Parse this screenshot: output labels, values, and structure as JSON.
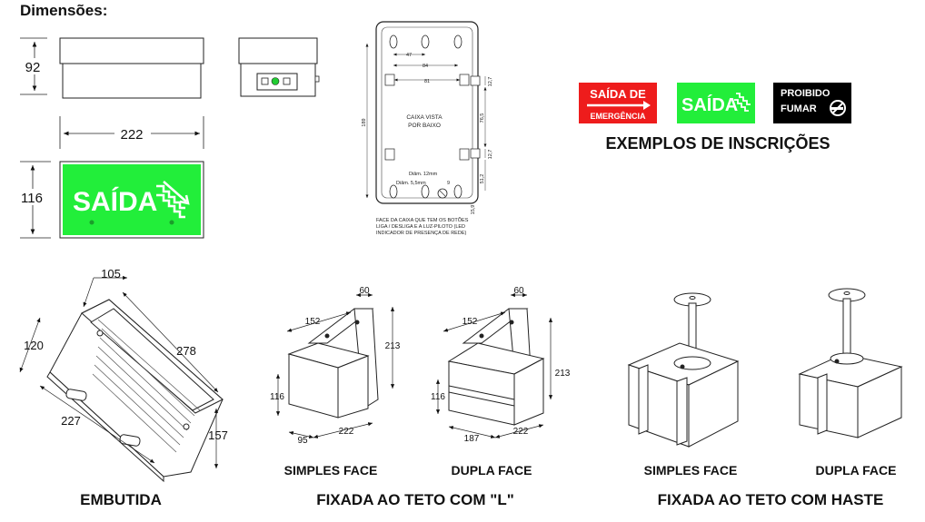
{
  "heading": "Dimensões:",
  "front_view": {
    "height_label": "92",
    "width_label": "222",
    "face_height_label": "116",
    "sign_text": "SAÍDA"
  },
  "box_drawing": {
    "dims": [
      "47",
      "84",
      "81",
      "189",
      "12,7",
      "76,5",
      "12,7",
      "51,2",
      "15,9"
    ],
    "center_text_1": "CAIXA VISTA",
    "center_text_2": "POR BAIXO",
    "hole_label_1": "Diâm. 12mm",
    "hole_label_2": "Diâm. 5,5mm",
    "hole_dim": "9",
    "note_lines": [
      "FACE DA CAIXA QUE TEM OS BOTÕES",
      "LIGA / DESLIGA E A LUZ-PILOTO (LED",
      "INDICADOR DE PRESENÇA DE REDE)"
    ]
  },
  "examples": {
    "title": "EXEMPLOS DE INSCRIÇÕES",
    "sign1_line1": "SAÍDA DE",
    "sign1_line2": "EMERGÊNCIA",
    "sign2_text": "SAÍDA",
    "sign3_line1": "PROIBIDO",
    "sign3_line2": "FUMAR"
  },
  "embutida": {
    "caption": "EMBUTIDA",
    "dims": [
      "105",
      "120",
      "278",
      "227",
      "157"
    ]
  },
  "fixada_l": {
    "caption": "FIXADA AO TETO COM \"L\"",
    "simples_label": "SIMPLES FACE",
    "dupla_label": "DUPLA FACE",
    "simples_dims": [
      "60",
      "152",
      "213",
      "116",
      "95",
      "222"
    ],
    "dupla_dims": [
      "60",
      "152",
      "213",
      "116",
      "187",
      "222"
    ]
  },
  "fixada_haste": {
    "caption": "FIXADA AO TETO COM HASTE",
    "simples_label": "SIMPLES FACE",
    "dupla_label": "DUPLA FACE"
  },
  "colors": {
    "green": "#22ee3a",
    "red": "#ee1c1c",
    "black": "#000000"
  }
}
